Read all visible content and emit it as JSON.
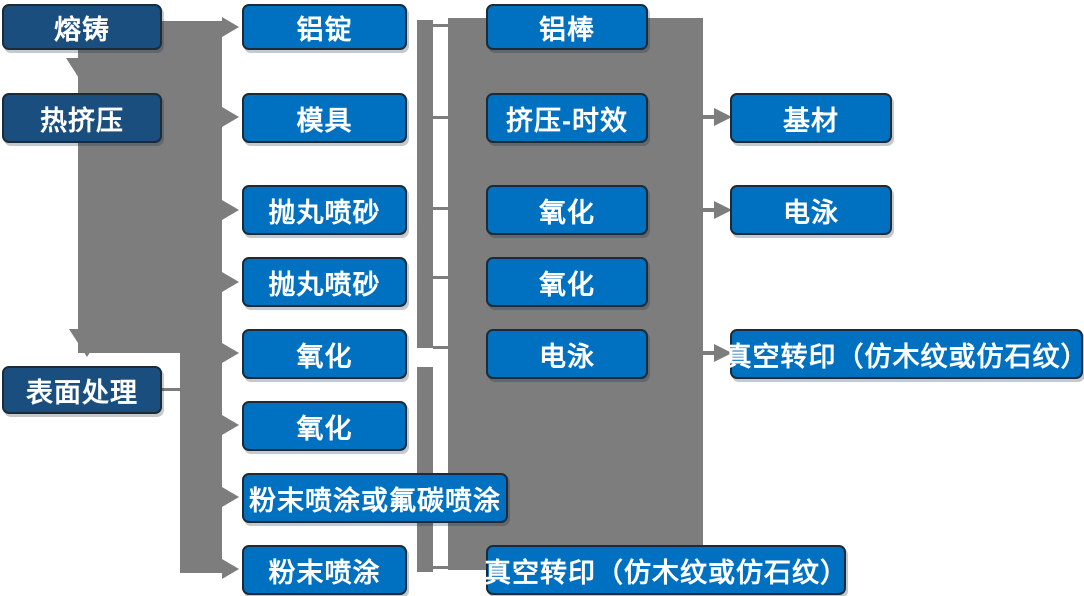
{
  "colors": {
    "connector_gray": "#7D7D7D",
    "stage_dark_blue": "#1A4E7E",
    "process_blue": "#0070C0",
    "box_border": "#1C2B38",
    "box_text": "#ffffff",
    "background": "#ffffff"
  },
  "flow": {
    "stage_column": {
      "melting": "熔铸",
      "hot_extrusion": "热挤压",
      "surface_treatment": "表面处理"
    },
    "process_column": {
      "aluminum_ingot": "铝锭",
      "mold": "模具",
      "shot_blast_1": "抛丸喷砂",
      "shot_blast_2": "抛丸喷砂",
      "oxidation_1": "氧化",
      "oxidation_2": "氧化",
      "powder_or_fluorocarbon_coating": "粉末喷涂或氟碳喷涂",
      "powder_coating": "粉末喷涂"
    },
    "treatment_column": {
      "aluminum_rod": "铝棒",
      "extrusion_aging": "挤压-时效",
      "oxidation_1": "氧化",
      "oxidation_2": "氧化",
      "electrophoresis": "电泳",
      "vacuum_transfer_print": "真空转印（仿木纹或仿石纹）"
    },
    "finish_column": {
      "base_material": "基材",
      "electrophoresis": "电泳",
      "vacuum_transfer_print": "真空转印（仿木纹或仿石纹）"
    }
  }
}
